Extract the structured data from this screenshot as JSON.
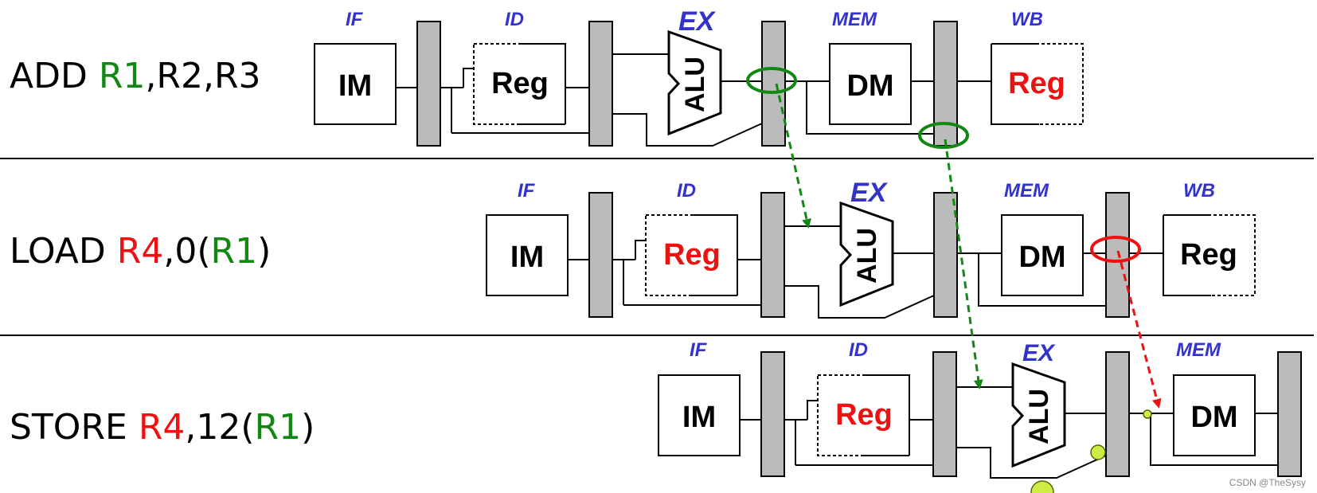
{
  "colors": {
    "black": "#000000",
    "green": "#118811",
    "red": "#ee1111",
    "stage": "#3333cc",
    "pipeline_reg": "#bbbbbb",
    "forward_dot": "#ccee44"
  },
  "rows": [
    {
      "instruction": [
        {
          "text": "ADD ",
          "color": "#000000"
        },
        {
          "text": "R1",
          "color": "#118811"
        },
        {
          "text": ",R2,R3",
          "color": "#000000"
        }
      ],
      "stages": [
        "IF",
        "ID",
        "EX",
        "MEM",
        "WB"
      ],
      "im_label": "IM",
      "id_reg_label": "Reg",
      "id_reg_color": "#000000",
      "alu_label": "ALU",
      "dm_label": "DM",
      "wb_reg_label": "Reg",
      "wb_reg_color": "#ee1111"
    },
    {
      "instruction": [
        {
          "text": "LOAD ",
          "color": "#000000"
        },
        {
          "text": "R4",
          "color": "#ee1111"
        },
        {
          "text": ",0(",
          "color": "#000000"
        },
        {
          "text": "R1",
          "color": "#118811"
        },
        {
          "text": ")",
          "color": "#000000"
        }
      ],
      "stages": [
        "IF",
        "ID",
        "EX",
        "MEM",
        "WB"
      ],
      "im_label": "IM",
      "id_reg_label": "Reg",
      "id_reg_color": "#ee1111",
      "alu_label": "ALU",
      "dm_label": "DM",
      "wb_reg_label": "Reg",
      "wb_reg_color": "#000000"
    },
    {
      "instruction": [
        {
          "text": "STORE ",
          "color": "#000000"
        },
        {
          "text": "R4",
          "color": "#ee1111"
        },
        {
          "text": ",12(",
          "color": "#000000"
        },
        {
          "text": "R1",
          "color": "#118811"
        },
        {
          "text": ")",
          "color": "#000000"
        }
      ],
      "stages": [
        "IF",
        "ID",
        "EX",
        "MEM"
      ],
      "im_label": "IM",
      "id_reg_label": "Reg",
      "id_reg_color": "#ee1111",
      "alu_label": "ALU",
      "dm_label": "DM"
    }
  ],
  "forwarding": [
    {
      "from": "ADD EX/MEM",
      "to": "LOAD EX",
      "color": "#118811"
    },
    {
      "from": "ADD MEM/WB",
      "to": "STORE EX",
      "color": "#118811"
    },
    {
      "from": "LOAD MEM/WB",
      "to": "STORE MEM",
      "color": "#ee1111"
    }
  ],
  "watermark": "CSDN @TheSysy"
}
